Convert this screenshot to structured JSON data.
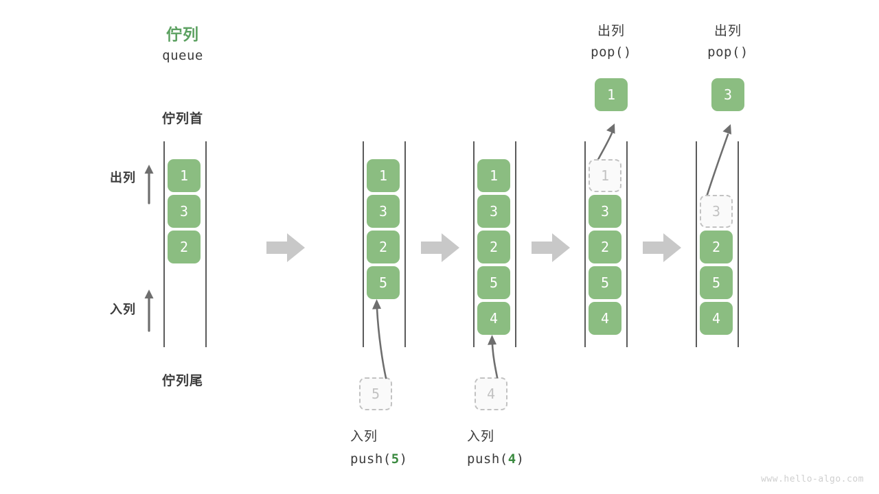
{
  "title": {
    "cn": "佇列",
    "en": "queue"
  },
  "edge_labels": {
    "head": "佇列首",
    "tail": "佇列尾"
  },
  "side_labels": {
    "dequeue": "出列",
    "enqueue": "入列"
  },
  "colors": {
    "accent_green": "#5ca161",
    "cell_green": "#8bbd81",
    "ghost_gray": "#c2c2c2",
    "rail_gray": "#5a5a5a",
    "arrow_gray": "#c8c8c8",
    "thin_arrow_gray": "#6e6e6e",
    "text": "#3c3c3c",
    "watermark": "#cfcfcf"
  },
  "steps": [
    {
      "id": "initial",
      "label": "",
      "cells": [
        {
          "value": "1",
          "state": "solid"
        },
        {
          "value": "3",
          "state": "solid"
        },
        {
          "value": "2",
          "state": "solid"
        }
      ]
    },
    {
      "id": "push-5",
      "label": "入列 push(5)",
      "cells": [
        {
          "value": "1",
          "state": "solid"
        },
        {
          "value": "3",
          "state": "solid"
        },
        {
          "value": "2",
          "state": "solid"
        },
        {
          "value": "5",
          "state": "solid"
        }
      ],
      "incoming": {
        "value": "5",
        "state": "ghost"
      },
      "op_cn": "入列",
      "op_fn": "push(",
      "op_arg": "5",
      "op_close": ")"
    },
    {
      "id": "push-4",
      "label": "入列 push(4)",
      "cells": [
        {
          "value": "1",
          "state": "solid"
        },
        {
          "value": "3",
          "state": "solid"
        },
        {
          "value": "2",
          "state": "solid"
        },
        {
          "value": "5",
          "state": "solid"
        },
        {
          "value": "4",
          "state": "solid"
        }
      ],
      "incoming": {
        "value": "4",
        "state": "ghost"
      },
      "op_cn": "入列",
      "op_fn": "push(",
      "op_arg": "4",
      "op_close": ")"
    },
    {
      "id": "pop-1",
      "label": "出列 pop()",
      "cells": [
        {
          "value": "1",
          "state": "ghost"
        },
        {
          "value": "3",
          "state": "solid"
        },
        {
          "value": "2",
          "state": "solid"
        },
        {
          "value": "5",
          "state": "solid"
        },
        {
          "value": "4",
          "state": "solid"
        }
      ],
      "outgoing": {
        "value": "1",
        "state": "solid"
      },
      "op_cn": "出列",
      "op_code": "pop()"
    },
    {
      "id": "pop-3",
      "label": "出列 pop()",
      "cells": [
        {
          "value": "3",
          "state": "ghost"
        },
        {
          "value": "2",
          "state": "solid"
        },
        {
          "value": "5",
          "state": "solid"
        },
        {
          "value": "4",
          "state": "solid"
        }
      ],
      "outgoing": {
        "value": "3",
        "state": "solid"
      },
      "op_cn": "出列",
      "op_code": "pop()"
    }
  ],
  "watermark": "www.hello-algo.com"
}
